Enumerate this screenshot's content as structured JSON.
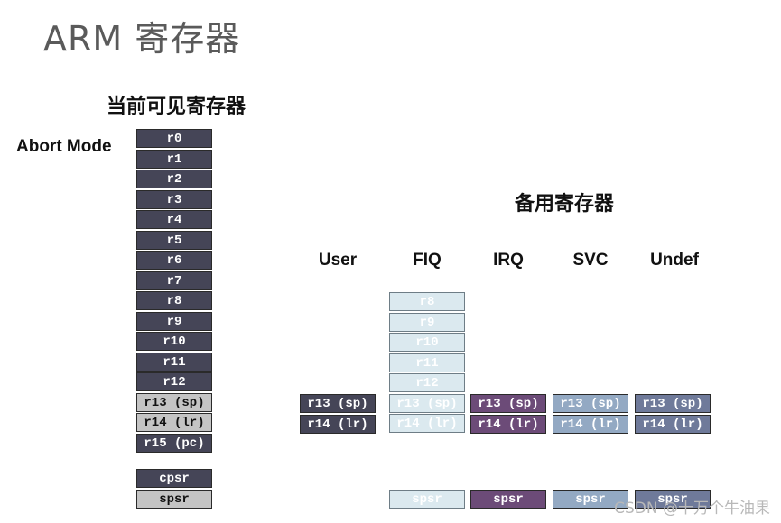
{
  "title": "ARM 寄存器",
  "current_heading": "当前可见寄存器",
  "mode_label": "Abort Mode",
  "banked_heading": "备用寄存器",
  "current_registers": [
    "r0",
    "r1",
    "r2",
    "r3",
    "r4",
    "r5",
    "r6",
    "r7",
    "r8",
    "r9",
    "r10",
    "r11",
    "r12",
    "r13 (sp)",
    "r14 (lr)",
    "r15 (pc)"
  ],
  "current_status": [
    "cpsr",
    "spsr"
  ],
  "columns": {
    "user": {
      "label": "User",
      "registers": [
        "r13 (sp)",
        "r14 (lr)"
      ]
    },
    "fiq": {
      "label": "FIQ",
      "registers": [
        "r8",
        "r9",
        "r10",
        "r11",
        "r12",
        "r13 (sp)",
        "r14 (lr)"
      ],
      "status": "spsr"
    },
    "irq": {
      "label": "IRQ",
      "registers": [
        "r13 (sp)",
        "r14 (lr)"
      ],
      "status": "spsr"
    },
    "svc": {
      "label": "SVC",
      "registers": [
        "r13 (sp)",
        "r14 (lr)"
      ],
      "status": "spsr"
    },
    "undef": {
      "label": "Undef",
      "registers": [
        "r13 (sp)",
        "r14 (lr)"
      ],
      "status": "spsr"
    }
  },
  "watermark": "CSDN @十万个牛油果",
  "colors": {
    "dark": "#454557",
    "light": "#c4c4c4",
    "fiq": "#dbe9ef",
    "irq": "#6c4b78",
    "svc": "#93a9c3",
    "undef": "#6f7a9a"
  }
}
